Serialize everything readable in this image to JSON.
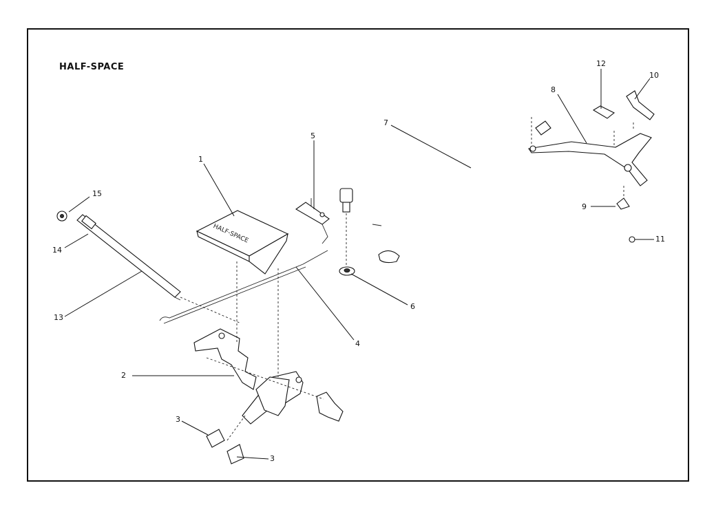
{
  "title": "HALF-SPACE",
  "key_label": "HALF-SPACE",
  "callouts": [
    {
      "id": "c1",
      "label": "1"
    },
    {
      "id": "c2",
      "label": "2"
    },
    {
      "id": "c3a",
      "label": "3"
    },
    {
      "id": "c3b",
      "label": "3"
    },
    {
      "id": "c4",
      "label": "4"
    },
    {
      "id": "c5",
      "label": "5"
    },
    {
      "id": "c6",
      "label": "6"
    },
    {
      "id": "c7",
      "label": "7"
    },
    {
      "id": "c8",
      "label": "8"
    },
    {
      "id": "c9",
      "label": "9"
    },
    {
      "id": "c10",
      "label": "10"
    },
    {
      "id": "c11",
      "label": "11"
    },
    {
      "id": "c12",
      "label": "12"
    },
    {
      "id": "c13",
      "label": "13"
    },
    {
      "id": "c14",
      "label": "14"
    },
    {
      "id": "c15",
      "label": "15"
    }
  ]
}
